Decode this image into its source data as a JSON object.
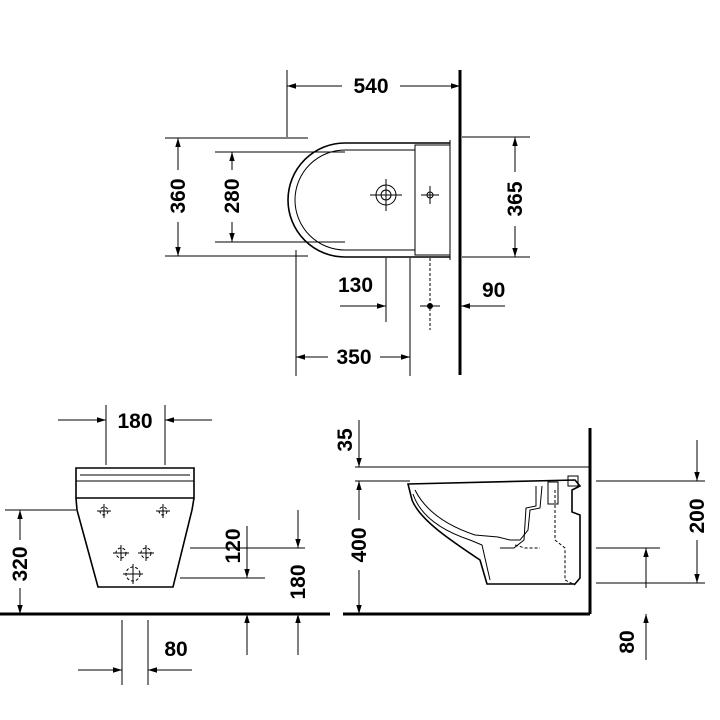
{
  "top_view": {
    "width_overall": "540",
    "depth_outer": "360",
    "depth_inner": "280",
    "depth_right": "365",
    "offset_130": "130",
    "offset_90": "90",
    "distance_350": "350"
  },
  "front_view": {
    "width_top": "180",
    "height_320": "320",
    "height_120": "120",
    "height_180": "180",
    "bottom_80": "80"
  },
  "side_view": {
    "top_35": "35",
    "height_400": "400",
    "height_200": "200",
    "bottom_80": "80"
  }
}
